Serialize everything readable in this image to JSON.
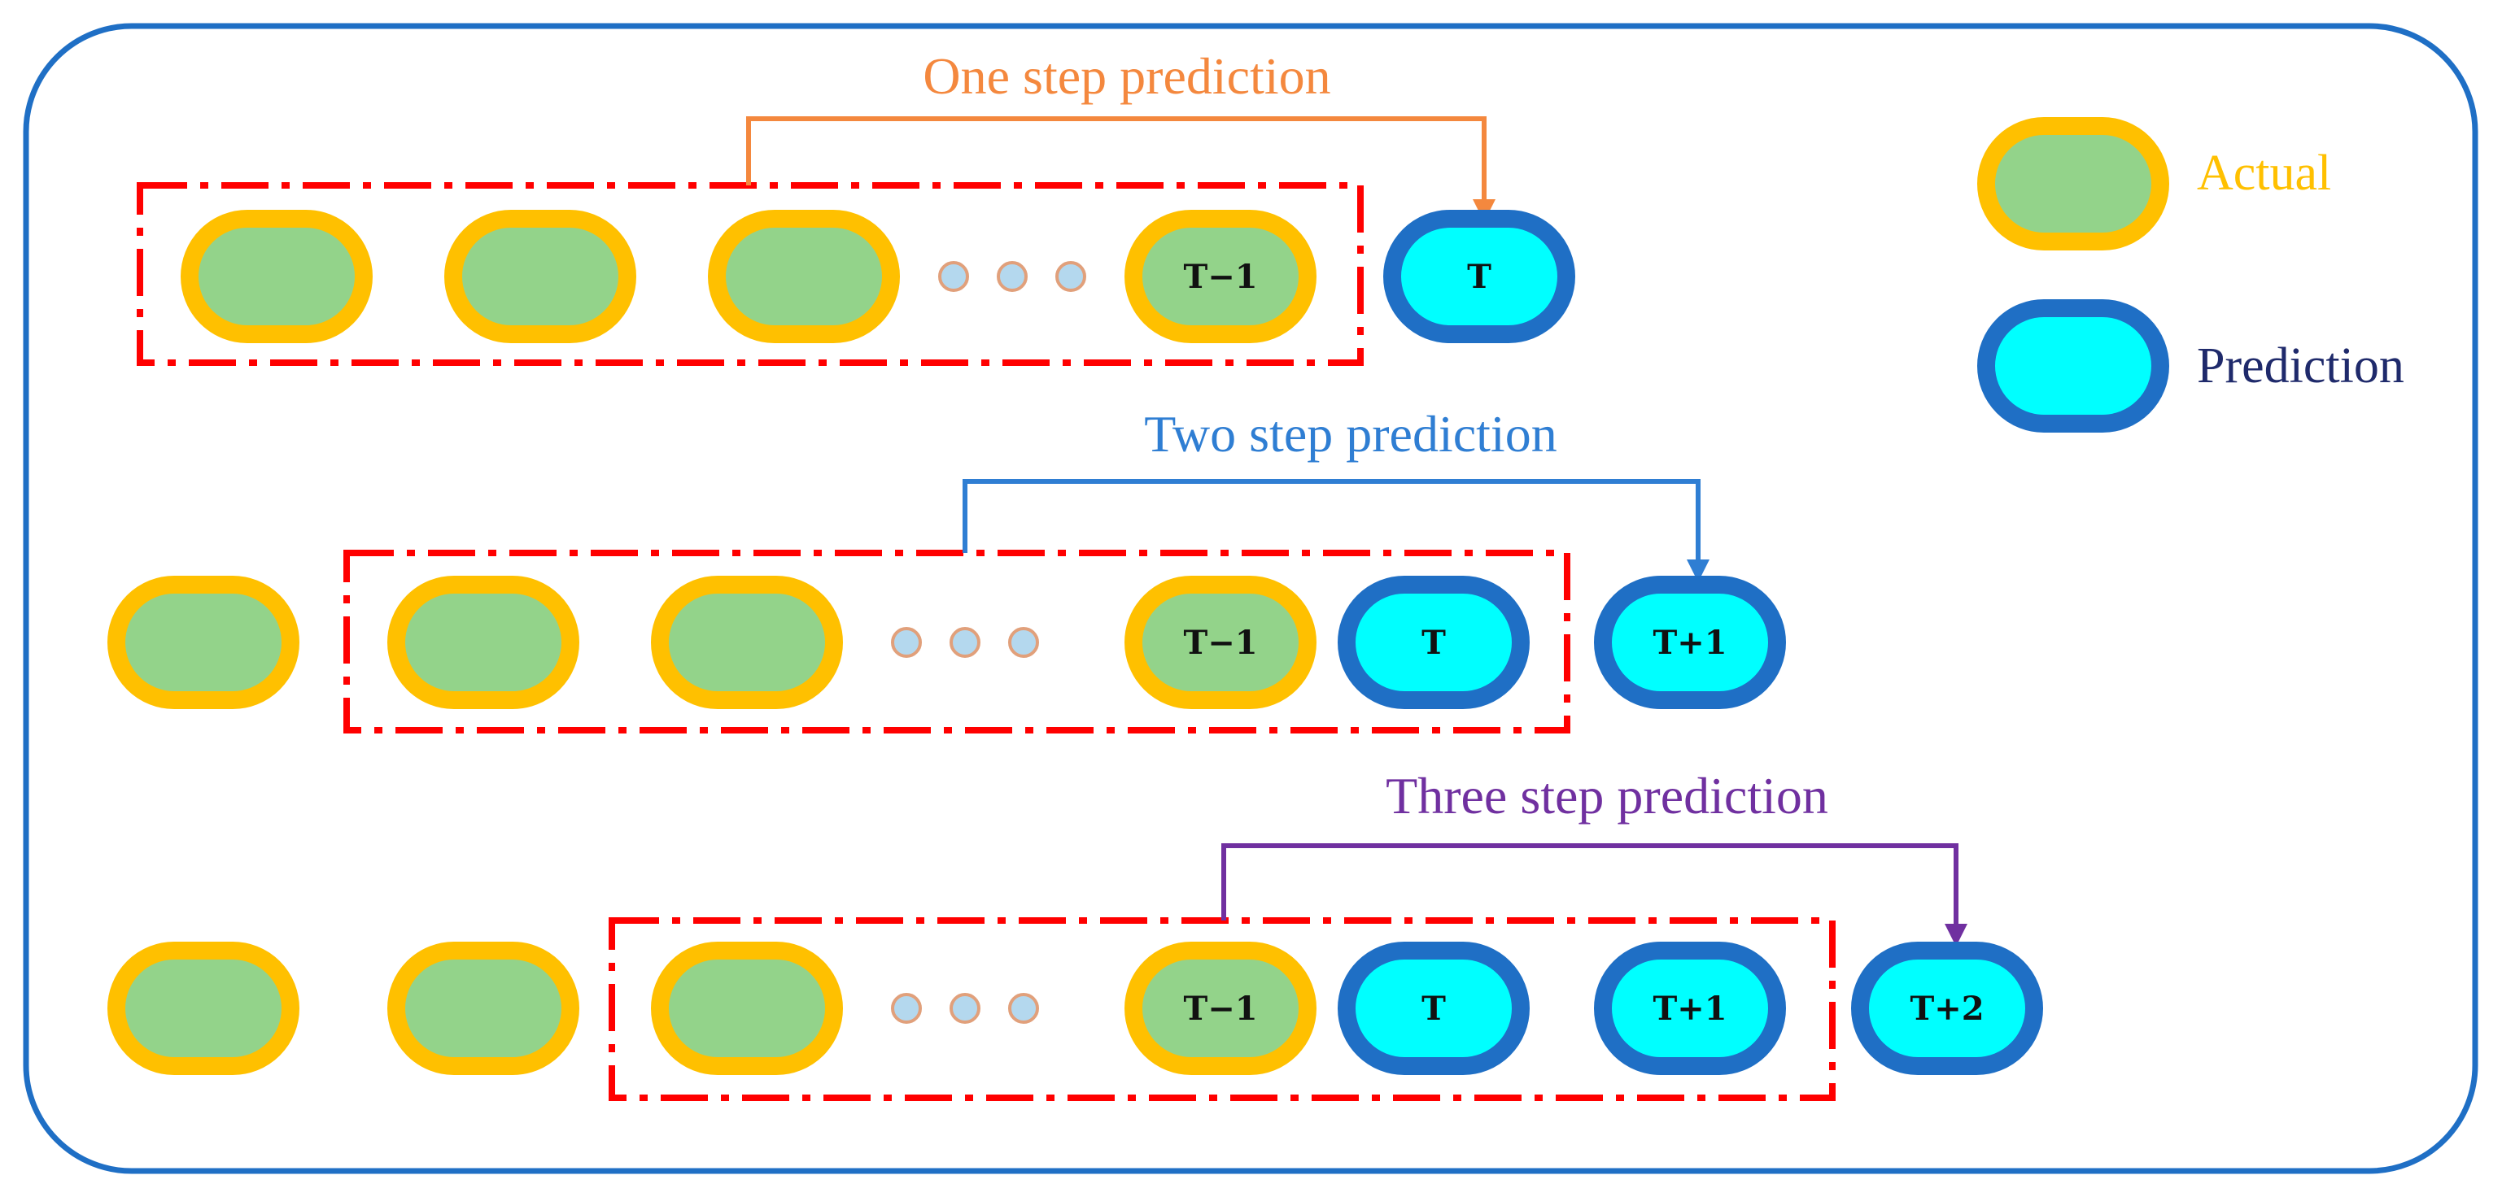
{
  "colors": {
    "frame": "#1f6fc5",
    "actual_fill": "#93d38a",
    "actual_border": "#ffc000",
    "prediction_fill": "#00ffff",
    "prediction_border": "#1f6fc5",
    "window_dash": "#ff0000",
    "dot_fill": "#b4d8ee",
    "dot_border": "#e1a07b",
    "one_step": "#f4883e",
    "two_step": "#2f7ed3",
    "three_step": "#7030a0",
    "legend_actual_text": "#ffc000",
    "legend_prediction_text": "#1f2a6b"
  },
  "legend": {
    "actual_label": "Actual",
    "prediction_label": "Prediction",
    "actual_icon": "actual-capsule-icon",
    "prediction_icon": "prediction-capsule-icon"
  },
  "rows": [
    {
      "title": "One step prediction",
      "nodes": [
        {
          "kind": "actual",
          "label": ""
        },
        {
          "kind": "actual",
          "label": ""
        },
        {
          "kind": "actual",
          "label": ""
        },
        {
          "kind": "ellipsis",
          "label": ""
        },
        {
          "kind": "actual",
          "label": "T−1"
        },
        {
          "kind": "prediction",
          "label": "T"
        }
      ]
    },
    {
      "title": "Two step prediction",
      "nodes": [
        {
          "kind": "actual",
          "label": ""
        },
        {
          "kind": "actual",
          "label": ""
        },
        {
          "kind": "actual",
          "label": ""
        },
        {
          "kind": "ellipsis",
          "label": ""
        },
        {
          "kind": "actual",
          "label": "T−1"
        },
        {
          "kind": "prediction",
          "label": "T"
        },
        {
          "kind": "prediction",
          "label": "T+1"
        }
      ]
    },
    {
      "title": "Three step prediction",
      "nodes": [
        {
          "kind": "actual",
          "label": ""
        },
        {
          "kind": "actual",
          "label": ""
        },
        {
          "kind": "actual",
          "label": ""
        },
        {
          "kind": "ellipsis",
          "label": ""
        },
        {
          "kind": "actual",
          "label": "T−1"
        },
        {
          "kind": "prediction",
          "label": "T"
        },
        {
          "kind": "prediction",
          "label": "T+1"
        },
        {
          "kind": "prediction",
          "label": "T+2"
        }
      ]
    }
  ]
}
